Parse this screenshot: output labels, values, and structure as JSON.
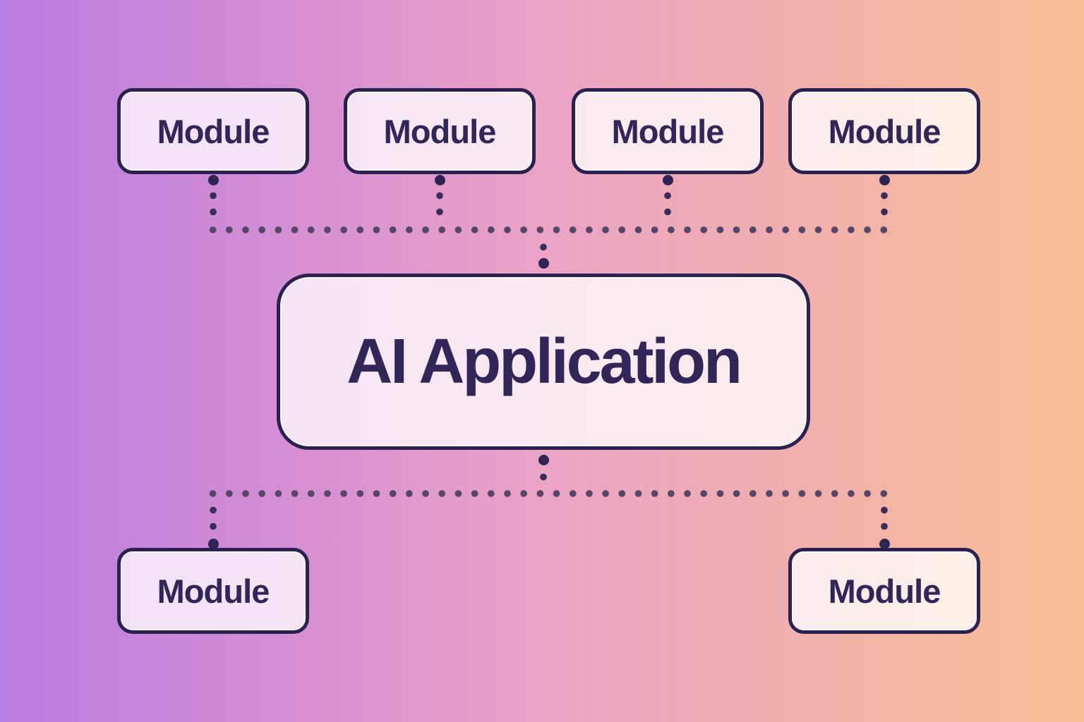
{
  "diagram": {
    "type": "architecture-overview",
    "center_node": {
      "label": "AI Application"
    },
    "top_nodes": [
      {
        "label": "Module"
      },
      {
        "label": "Module"
      },
      {
        "label": "Module"
      },
      {
        "label": "Module"
      }
    ],
    "bottom_nodes": [
      {
        "label": "Module"
      },
      {
        "label": "Module"
      }
    ],
    "connections": "all module nodes linked to center node by dotted lines"
  },
  "colors": {
    "background_gradient_left": "#b97ce0",
    "background_gradient_middle": "#eba3c6",
    "background_gradient_right": "#f9be95",
    "node_border": "#2b2151",
    "node_fill": "rgba(255,255,255,0.76)",
    "node_text": "#322659",
    "connector_dot": "#3a2d59",
    "connector_dot_large": "#2e2454"
  }
}
